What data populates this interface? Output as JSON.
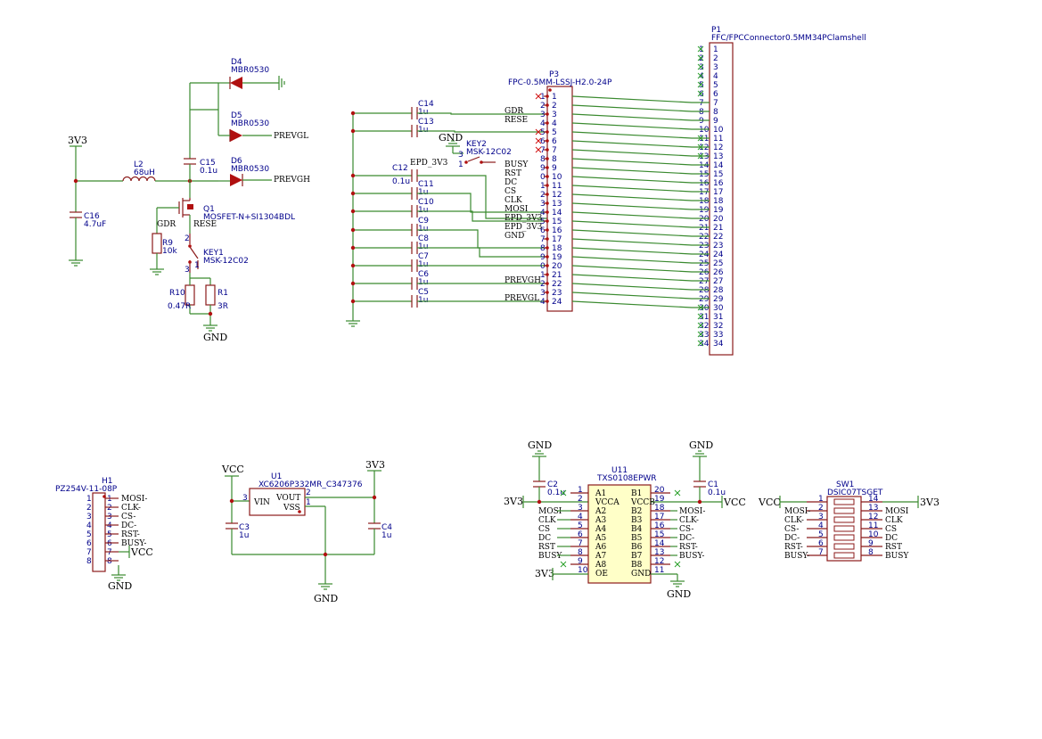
{
  "boost": {
    "pwr_3v3": "3V3",
    "gnd": "GND",
    "l2_ref": "L2",
    "l2_val": "68uH",
    "c16_ref": "C16",
    "c16_val": "4.7uF",
    "c15_ref": "C15",
    "c15_val": "0.1u",
    "d4_ref": "D4",
    "d4_val": "MBR0530",
    "d5_ref": "D5",
    "d5_val": "MBR0530",
    "d6_ref": "D6",
    "d6_val": "MBR0530",
    "prevgl": "PREVGL",
    "prevgh": "PREVGH",
    "q1_ref": "Q1",
    "q1_val": "MOSFET-N+SI1304BDL",
    "gdr": "GDR",
    "rese": "RESE",
    "r9_ref": "R9",
    "r9_val": "10k",
    "key1_ref": "KEY1",
    "key1_val": "MSK-12C02",
    "r10_ref": "R10",
    "r10_val": "0.47R",
    "r1_ref": "R1",
    "r1_val": "3R"
  },
  "p3": {
    "ref": "P3",
    "value": "FPC-0.5MM-LSSJ-H2.0-24P",
    "pins": [
      "1",
      "2",
      "3",
      "4",
      "5",
      "6",
      "7",
      "8",
      "9",
      "10",
      "11",
      "12",
      "13",
      "14",
      "15",
      "16",
      "17",
      "18",
      "19",
      "20",
      "21",
      "22",
      "23",
      "24"
    ],
    "left_pins": [
      "1",
      "2",
      "3",
      "4",
      "5",
      "6",
      "7",
      "8",
      "9",
      "0",
      "1",
      "2",
      "3",
      "4",
      "5",
      "6",
      "7",
      "8",
      "9",
      "0",
      "1",
      "2",
      "3",
      "4"
    ],
    "left_nets": {
      "3": "GDR",
      "4": "RESE",
      "9": "BUSY",
      "10": "RST",
      "11": "DC",
      "12": "CS",
      "13": "CLK",
      "14": "MOSI",
      "15": "EPD_3V3",
      "16": "EPD_3V3",
      "17": "GND",
      "22": "PREVGH",
      "24": "PREVGL"
    }
  },
  "p1": {
    "ref": "P1",
    "value": "FFC/FPCConnector0.5MM34PClamshell",
    "pins": [
      "1",
      "2",
      "3",
      "4",
      "5",
      "6",
      "7",
      "8",
      "9",
      "10",
      "11",
      "12",
      "13",
      "14",
      "15",
      "16",
      "17",
      "18",
      "19",
      "20",
      "21",
      "22",
      "23",
      "24",
      "25",
      "26",
      "27",
      "28",
      "29",
      "30",
      "31",
      "32",
      "33",
      "34"
    ]
  },
  "caps": {
    "c14": "C14",
    "c13": "C13",
    "c12": "C12",
    "c11": "C11",
    "c10": "C10",
    "c9": "C9",
    "c8": "C8",
    "c7": "C7",
    "c6": "C6",
    "c5": "C5",
    "v1u": "1u",
    "v01u": "0.1u",
    "epd_3v3": "EPD_3V3"
  },
  "key2": {
    "ref": "KEY2",
    "value": "MSK-12C02",
    "gnd": "GND"
  },
  "h1": {
    "ref": "H1",
    "value": "PZ254V-11-08P",
    "pins": [
      "1",
      "2",
      "3",
      "4",
      "5",
      "6",
      "7",
      "8"
    ],
    "nets": [
      "MOSI-",
      "CLK-",
      "CS-",
      "DC-",
      "RST-",
      "BUSY-",
      "VCC",
      ""
    ],
    "gnd": "GND"
  },
  "u1": {
    "ref": "U1",
    "value": "XC6206P332MR_C347376",
    "vin": "VIN",
    "vout": "VOUT",
    "vss": "VSS",
    "p1": "1",
    "p2": "2",
    "p3": "3",
    "vcc": "VCC",
    "v3v3": "3V3",
    "c3_ref": "C3",
    "c3_val": "1u",
    "c4_ref": "C4",
    "c4_val": "1u",
    "gnd": "GND"
  },
  "u11": {
    "ref": "U11",
    "value": "TXS0108EPWR",
    "left_names": [
      "A1",
      "VCCA",
      "A2",
      "A3",
      "A4",
      "A5",
      "A6",
      "A7",
      "A8",
      "OE"
    ],
    "left_pins": [
      "1",
      "2",
      "3",
      "4",
      "5",
      "6",
      "7",
      "8",
      "9",
      "10"
    ],
    "right_names": [
      "B1",
      "VCCB",
      "B2",
      "B3",
      "B4",
      "B5",
      "B6",
      "B7",
      "B8",
      "GND"
    ],
    "right_pins": [
      "20",
      "19",
      "18",
      "17",
      "16",
      "15",
      "14",
      "13",
      "12",
      "11"
    ],
    "left_nets": [
      "",
      "",
      "MOSI",
      "CLK",
      "CS",
      "DC",
      "RST",
      "BUSY",
      "",
      ""
    ],
    "right_nets": [
      "",
      "",
      "MOSI-",
      "CLK-",
      "CS-",
      "DC-",
      "RST-",
      "BUSY-",
      "",
      ""
    ],
    "c2_ref": "C2",
    "c2_val": "0.1u",
    "c1_ref": "C1",
    "c1_val": "0.1u",
    "gnd": "GND",
    "v3v3": "3V3",
    "vcc": "VCC"
  },
  "sw1": {
    "ref": "SW1",
    "value": "DSIC07TSGET",
    "left_pins": [
      "1",
      "2",
      "3",
      "4",
      "5",
      "6",
      "7"
    ],
    "right_pins": [
      "14",
      "13",
      "12",
      "11",
      "10",
      "9",
      "8"
    ],
    "left_nets": [
      "VCC",
      "MOSI-",
      "CLK-",
      "CS-",
      "DC-",
      "RST-",
      "BUSY-"
    ],
    "right_nets": [
      "3V3",
      "MOSI",
      "CLK",
      "CS",
      "DC",
      "RST",
      "BUSY"
    ]
  }
}
